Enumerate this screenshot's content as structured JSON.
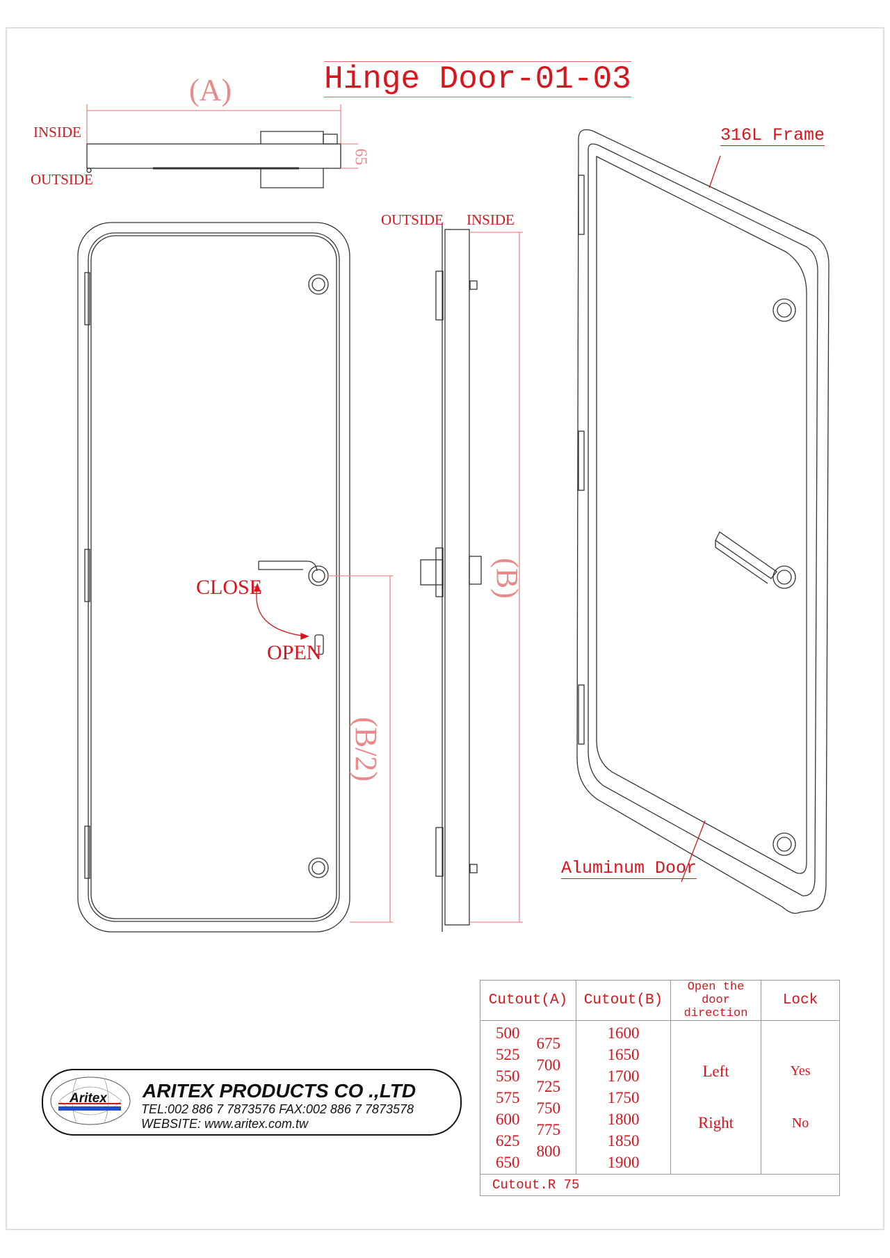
{
  "title": "Hinge Door-01-03",
  "top_view": {
    "dim_a": "(A)",
    "inside": "INSIDE",
    "outside": "OUTSIDE",
    "thickness": "65"
  },
  "front_view": {
    "close": "CLOSE",
    "open": "OPEN",
    "dim_half_b": "(B/2)"
  },
  "side_view": {
    "outside": "OUTSIDE",
    "inside": "INSIDE",
    "dim_b": "(B)"
  },
  "perspective": {
    "frame_label": "316L Frame",
    "door_label": "Aluminum Door"
  },
  "table": {
    "headers": [
      "Cutout(A)",
      "Cutout(B)",
      "Open the door direction",
      "Lock"
    ],
    "cutout_a_col1": [
      "500",
      "525",
      "550",
      "575",
      "600",
      "625",
      "650"
    ],
    "cutout_a_col2": [
      "675",
      "700",
      "725",
      "750",
      "775",
      "800"
    ],
    "cutout_b": [
      "1600",
      "1650",
      "1700",
      "1750",
      "1800",
      "1850",
      "1900"
    ],
    "directions": [
      "Left",
      "Right"
    ],
    "locks": [
      "Yes",
      "No"
    ],
    "footer": "Cutout.R 75"
  },
  "company": {
    "logo_text": "Aritex",
    "name": "ARITEX PRODUCTS CO .,LTD",
    "contact": "TEL:002 886 7 7873576   FAX:002 886 7 7873578",
    "website": "WEBSITE: www.aritex.com.tw"
  },
  "colors": {
    "accent": "#d8141c",
    "line": "#333333",
    "dim": "#e98a8a"
  }
}
